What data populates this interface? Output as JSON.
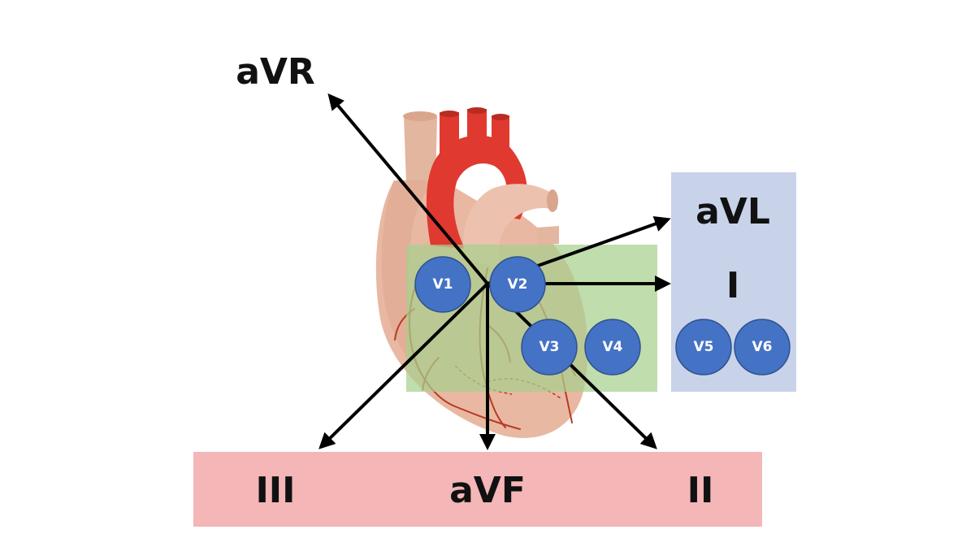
{
  "colors": {
    "background": "#ffffff",
    "inferior_zone": "#f4b6b6",
    "anterior_zone": "#a8d08d",
    "lateral_zone": "#c8d3ea",
    "electrode_fill": "#4472c4",
    "electrode_stroke": "#2f528f",
    "arrow": "#000000",
    "label_text": "#111111",
    "aorta": "#e0392f",
    "heart_tissue": "#e8b8a3",
    "coronary_vessel": "#b83a22"
  },
  "limb_leads": {
    "avr": "aVR",
    "avl": "aVL",
    "i": "I",
    "ii": "II",
    "iii": "III",
    "avf": "aVF"
  },
  "precordial_leads": {
    "v1": "V1",
    "v2": "V2",
    "v3": "V3",
    "v4": "V4",
    "v5": "V5",
    "v6": "V6"
  },
  "heart_icon": "heart-anatomy-icon"
}
